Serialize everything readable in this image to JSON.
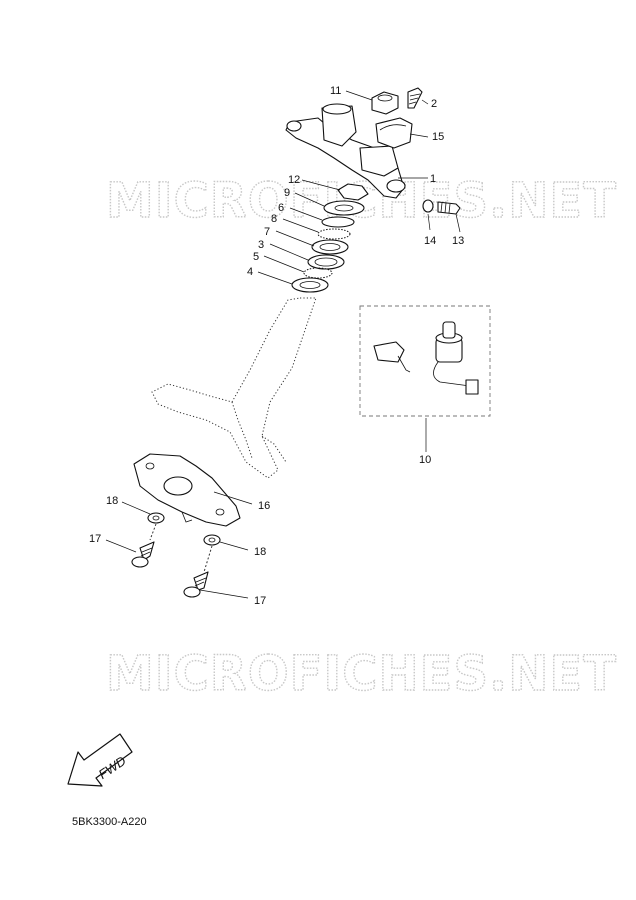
{
  "watermark": {
    "text": "MICROFICHES.NET"
  },
  "fwd_arrow": {
    "label": "FWD"
  },
  "diagram_code": "5BK3300-A220",
  "callouts": {
    "c1": "1",
    "c2": "2",
    "c3": "3",
    "c4": "4",
    "c5": "5",
    "c6": "6",
    "c7": "7",
    "c8": "8",
    "c9": "9",
    "c10": "10",
    "c11": "11",
    "c12": "12",
    "c13": "13",
    "c14": "14",
    "c15": "15",
    "c16": "16",
    "c17a": "17",
    "c17b": "17",
    "c18a": "18",
    "c18b": "18"
  }
}
